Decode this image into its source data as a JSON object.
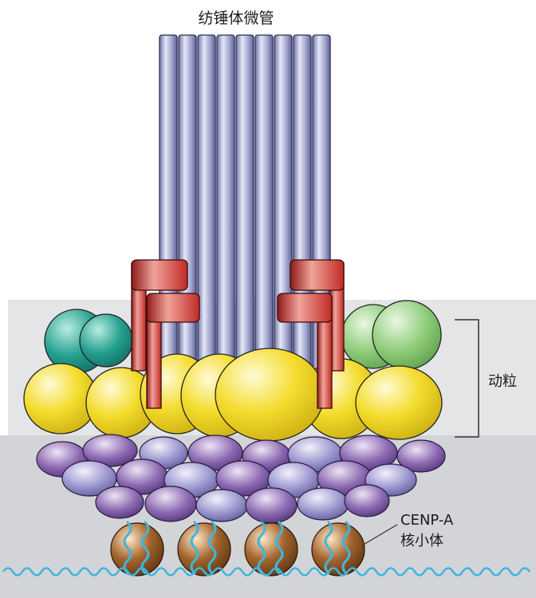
{
  "labels": {
    "microtubules": "纺锤体微管",
    "kinetochore": "动粒",
    "cenp_line1": "CENP-A",
    "cenp_line2": "核小体"
  },
  "colors": {
    "outer_band": "#e4e5e7",
    "inner_band": "#d4d5d8",
    "microtubule": "#a3a6cf",
    "red_protein": "#c8302c",
    "yellow": "#f2d624",
    "teal": "#1f9a8c",
    "green": "#7cc46c",
    "purple": "#7f5fa8",
    "nucleosome": "#8a5428",
    "dna": "#3fb6dd"
  }
}
